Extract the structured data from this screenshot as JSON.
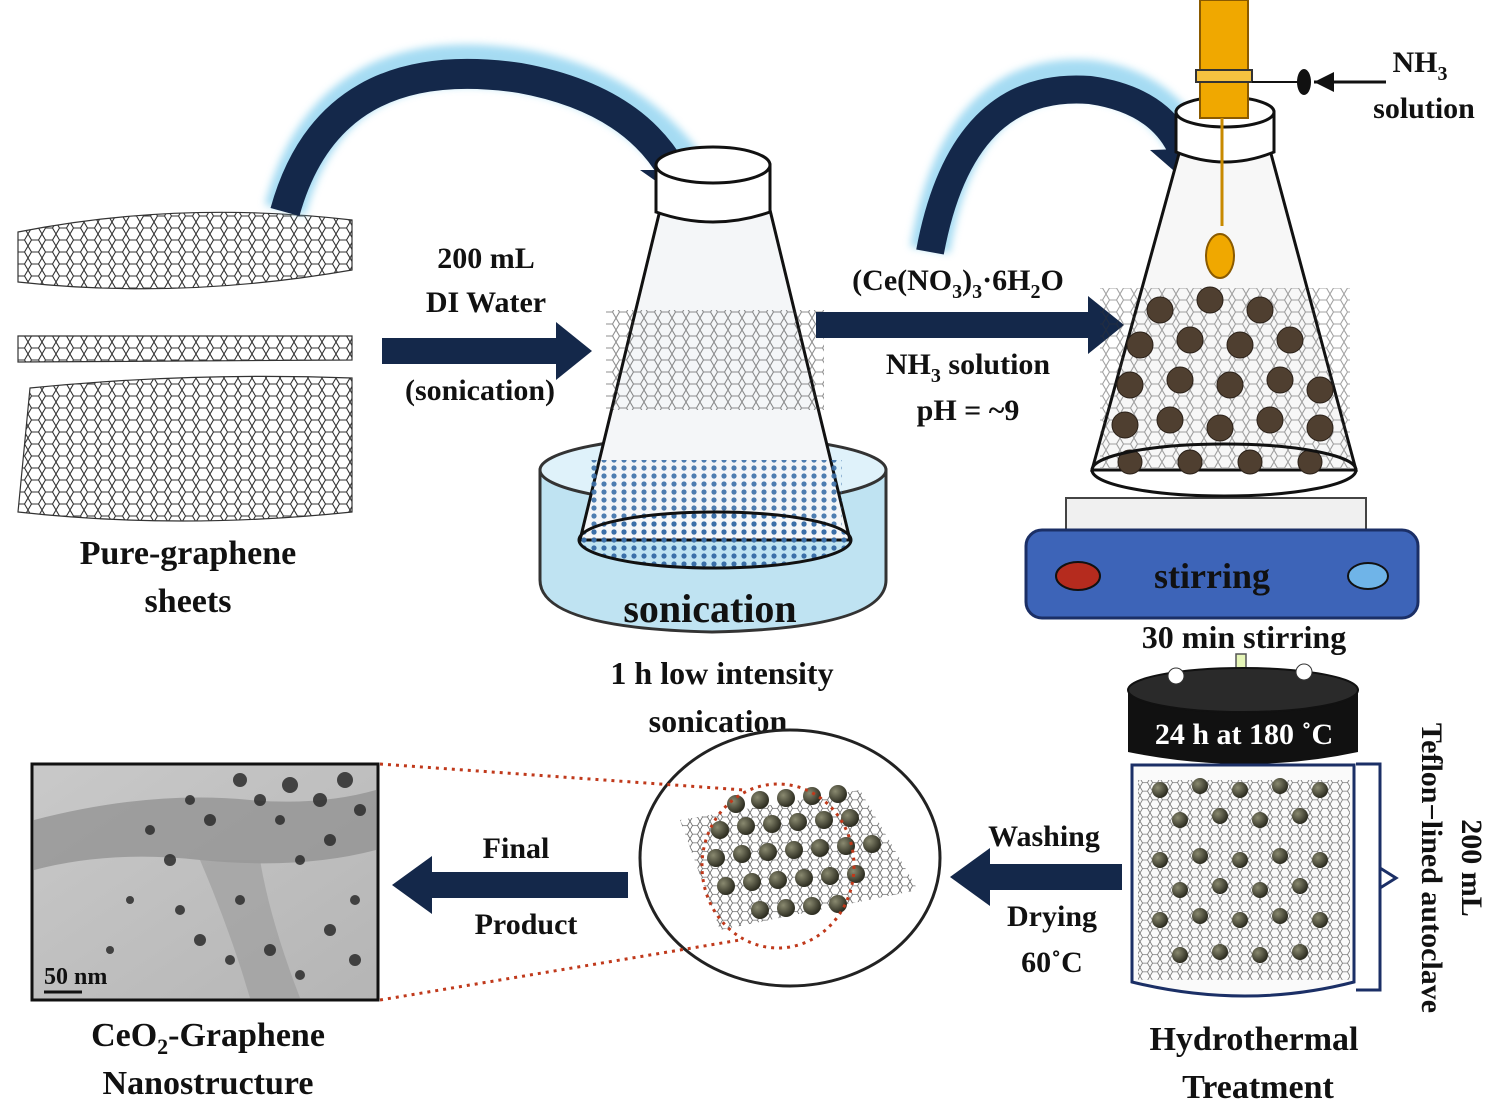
{
  "step1": {
    "title_line1": "Pure-graphene",
    "title_line2": "sheets"
  },
  "arrow1": {
    "line1": "200 mL",
    "line2": "DI Water",
    "line3": "(sonication)"
  },
  "step2": {
    "bath_label": "sonication",
    "caption_line1": "1 h low intensity",
    "caption_line2": "sonication"
  },
  "arrow2": {
    "top_prefix": "(Ce(NO",
    "top_sub1": "3",
    "top_mid": ")",
    "top_sub2": "3",
    "top_suffix": "·6H",
    "top_sub3": "2",
    "top_end": "O",
    "bottom1_prefix": "NH",
    "bottom1_sub": "3",
    "bottom1_suffix": " solution",
    "bottom2": "pH = ~9"
  },
  "step3": {
    "nh3_prefix": "NH",
    "nh3_sub": "3",
    "nh3_line2": "solution",
    "plate_label": "stirring",
    "caption": "30 min stirring"
  },
  "step4": {
    "lid_label": "24 h at 180 ˚C",
    "side_line1": "200 mL",
    "side_line2": "Teflon−lined autoclave",
    "caption_line1": "Hydrothermal",
    "caption_line2": "Treatment"
  },
  "arrow3": {
    "line1": "Washing",
    "line2": "Drying",
    "line3": "60˚C"
  },
  "arrow4": {
    "line1": "Final",
    "line2": "Product"
  },
  "step5": {
    "scale_bar": "50 nm",
    "caption_line1_prefix": "CeO",
    "caption_line1_sub": "2",
    "caption_line1_suffix": "-Graphene",
    "caption_line2": "Nanostructure"
  },
  "colors": {
    "arrow_navy": "#14284a",
    "glow": "#8fd3f0",
    "water": "#bfe3f2",
    "hotplate": "#3d64b8",
    "dropper": "#f0a800",
    "nanoparticle": "#4a4a3a",
    "zoom_dots": "#c0391b"
  }
}
